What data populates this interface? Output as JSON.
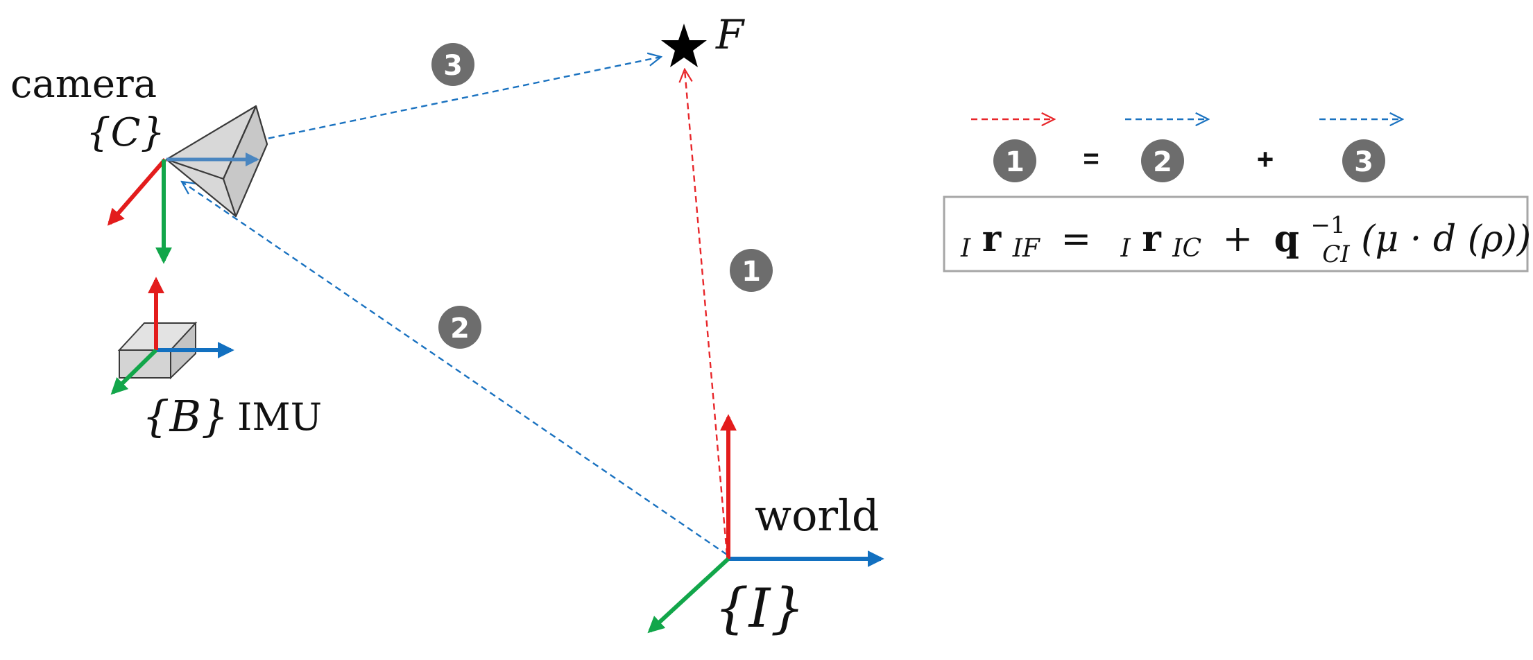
{
  "labels": {
    "camera": "camera",
    "camera_frame": "{C}",
    "imu_frame": "{B}",
    "imu": "IMU",
    "world": "world",
    "world_frame": "{I}",
    "feature": "F"
  },
  "badges": {
    "one": "1",
    "two": "2",
    "three": "3"
  },
  "legend": {
    "equals": "=",
    "plus": "+"
  },
  "equation": {
    "lhs_sub_pre": "I",
    "lhs_r": "r",
    "lhs_sub": "IF",
    "eq": "=",
    "term1_sub_pre": "I",
    "term1_r": "r",
    "term1_sub": "IC",
    "plus": "+",
    "q": "q",
    "q_sup": "−1",
    "q_sub": "CI",
    "paren_open": "(μ · ",
    "d": "d",
    "rho": "(ρ))"
  },
  "colors": {
    "red": "#e31c1c",
    "green": "#12a64a",
    "blue": "#1270c0",
    "dashed_red": "#e8262a",
    "dashed_blue": "#1a72c0",
    "badge": "#6d6d6d",
    "box_border": "#a6a6a6",
    "body_gray": "#d6d6d6"
  },
  "icons": {
    "feature_marker": "star-icon"
  }
}
